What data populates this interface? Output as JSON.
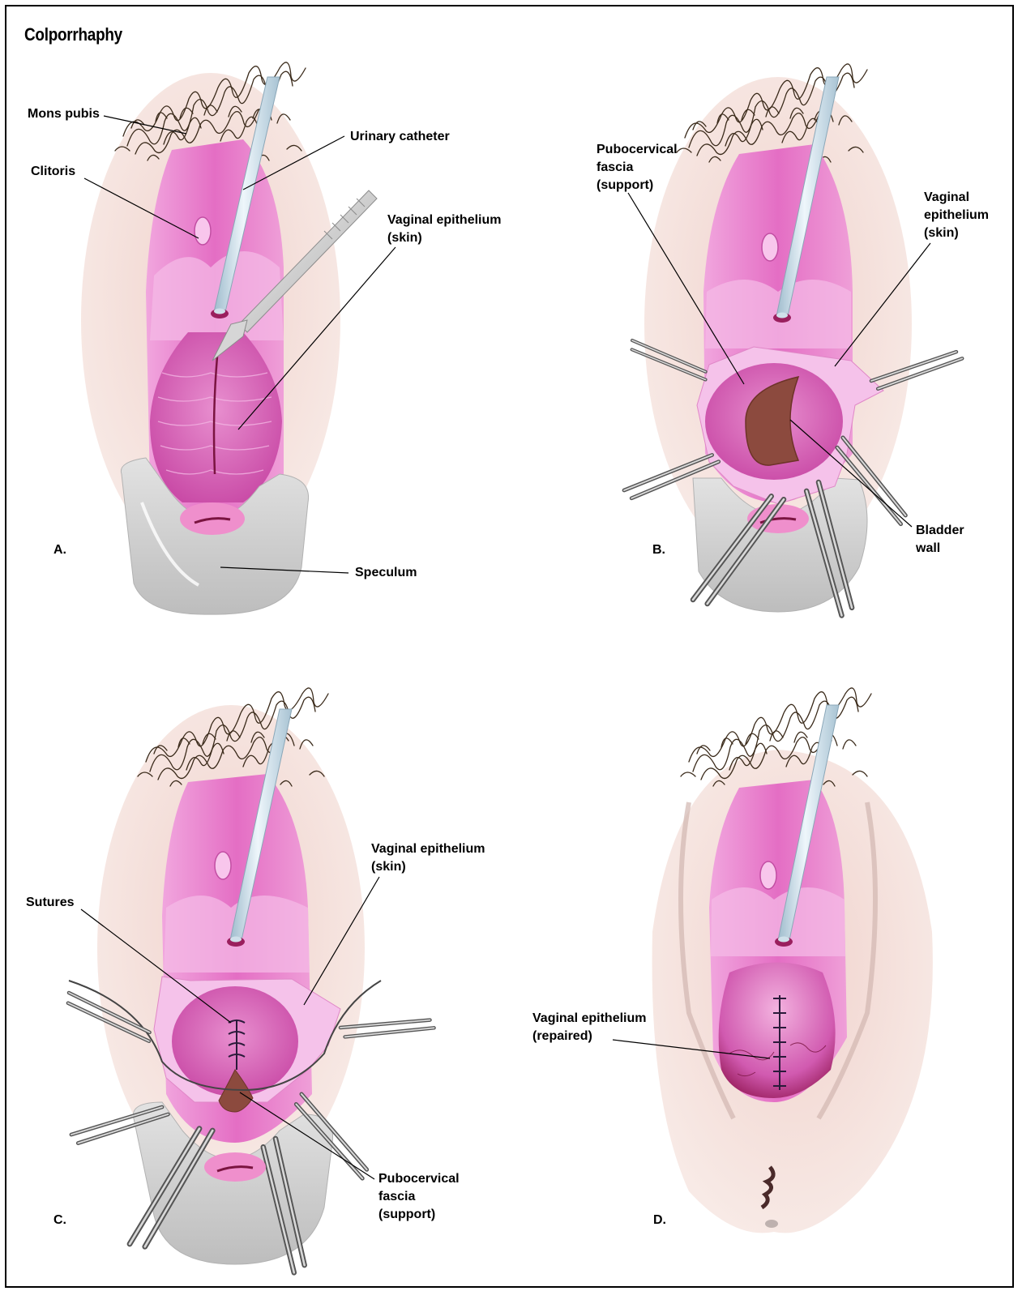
{
  "title": "Colporrhaphy",
  "panels": {
    "a": {
      "letter": "A.",
      "labels": {
        "mons_pubis": "Mons pubis",
        "urinary_catheter": "Urinary catheter",
        "clitoris": "Clitoris",
        "vaginal_epithelium_1": "Vaginal epithelium",
        "vaginal_epithelium_2": "(skin)",
        "speculum": "Speculum"
      }
    },
    "b": {
      "letter": "B.",
      "labels": {
        "pubocervical_1": "Pubocervical",
        "pubocervical_2": "fascia",
        "pubocervical_3": "(support)",
        "vaginal_1": "Vaginal",
        "vaginal_2": "epithelium",
        "vaginal_3": "(skin)",
        "bladder_1": "Bladder",
        "bladder_2": "wall"
      }
    },
    "c": {
      "letter": "C.",
      "labels": {
        "vaginal_epithelium_1": "Vaginal epithelium",
        "vaginal_epithelium_2": "(skin)",
        "sutures": "Sutures",
        "pubocervical_1": "Pubocervical",
        "pubocervical_2": "fascia",
        "pubocervical_3": "(support)"
      }
    },
    "d": {
      "letter": "D.",
      "labels": {
        "repaired_1": "Vaginal epithelium",
        "repaired_2": "(repaired)"
      }
    }
  },
  "colors": {
    "skin": "#f2dcd6",
    "tissue_pink": "#e26fc0",
    "tissue_light": "#f2aee2",
    "bladder_wall": "#8c4a3e",
    "speculum": "#cfcfcf",
    "catheter": "#c9dde8",
    "hair": "#3a2a1a"
  }
}
